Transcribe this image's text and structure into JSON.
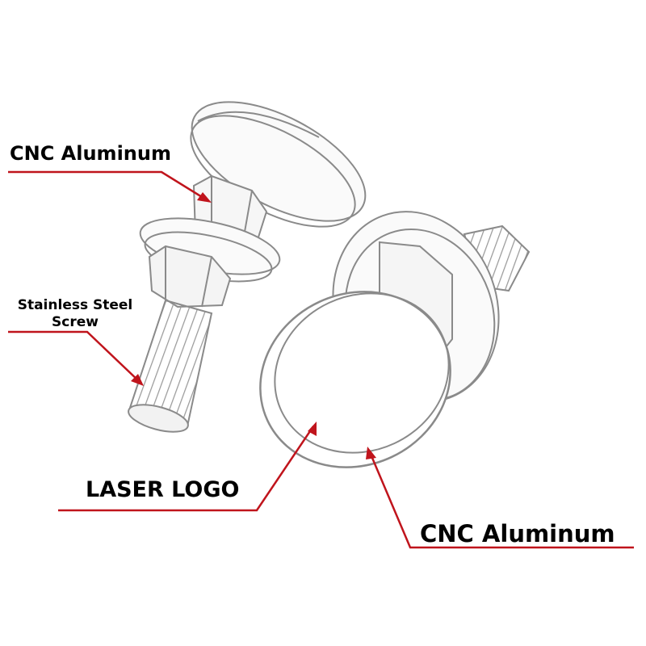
{
  "labels": {
    "cnc_top": "CNC Aluminum",
    "steel_line1": "Stainless Steel",
    "steel_line2": "Screw",
    "laser_logo": "LASER LOGO",
    "cnc_bottom": "CNC Aluminum"
  },
  "colors": {
    "callout": "#c0141c",
    "outline": "#8a8a8a",
    "text": "#000000",
    "background": "#ffffff"
  }
}
